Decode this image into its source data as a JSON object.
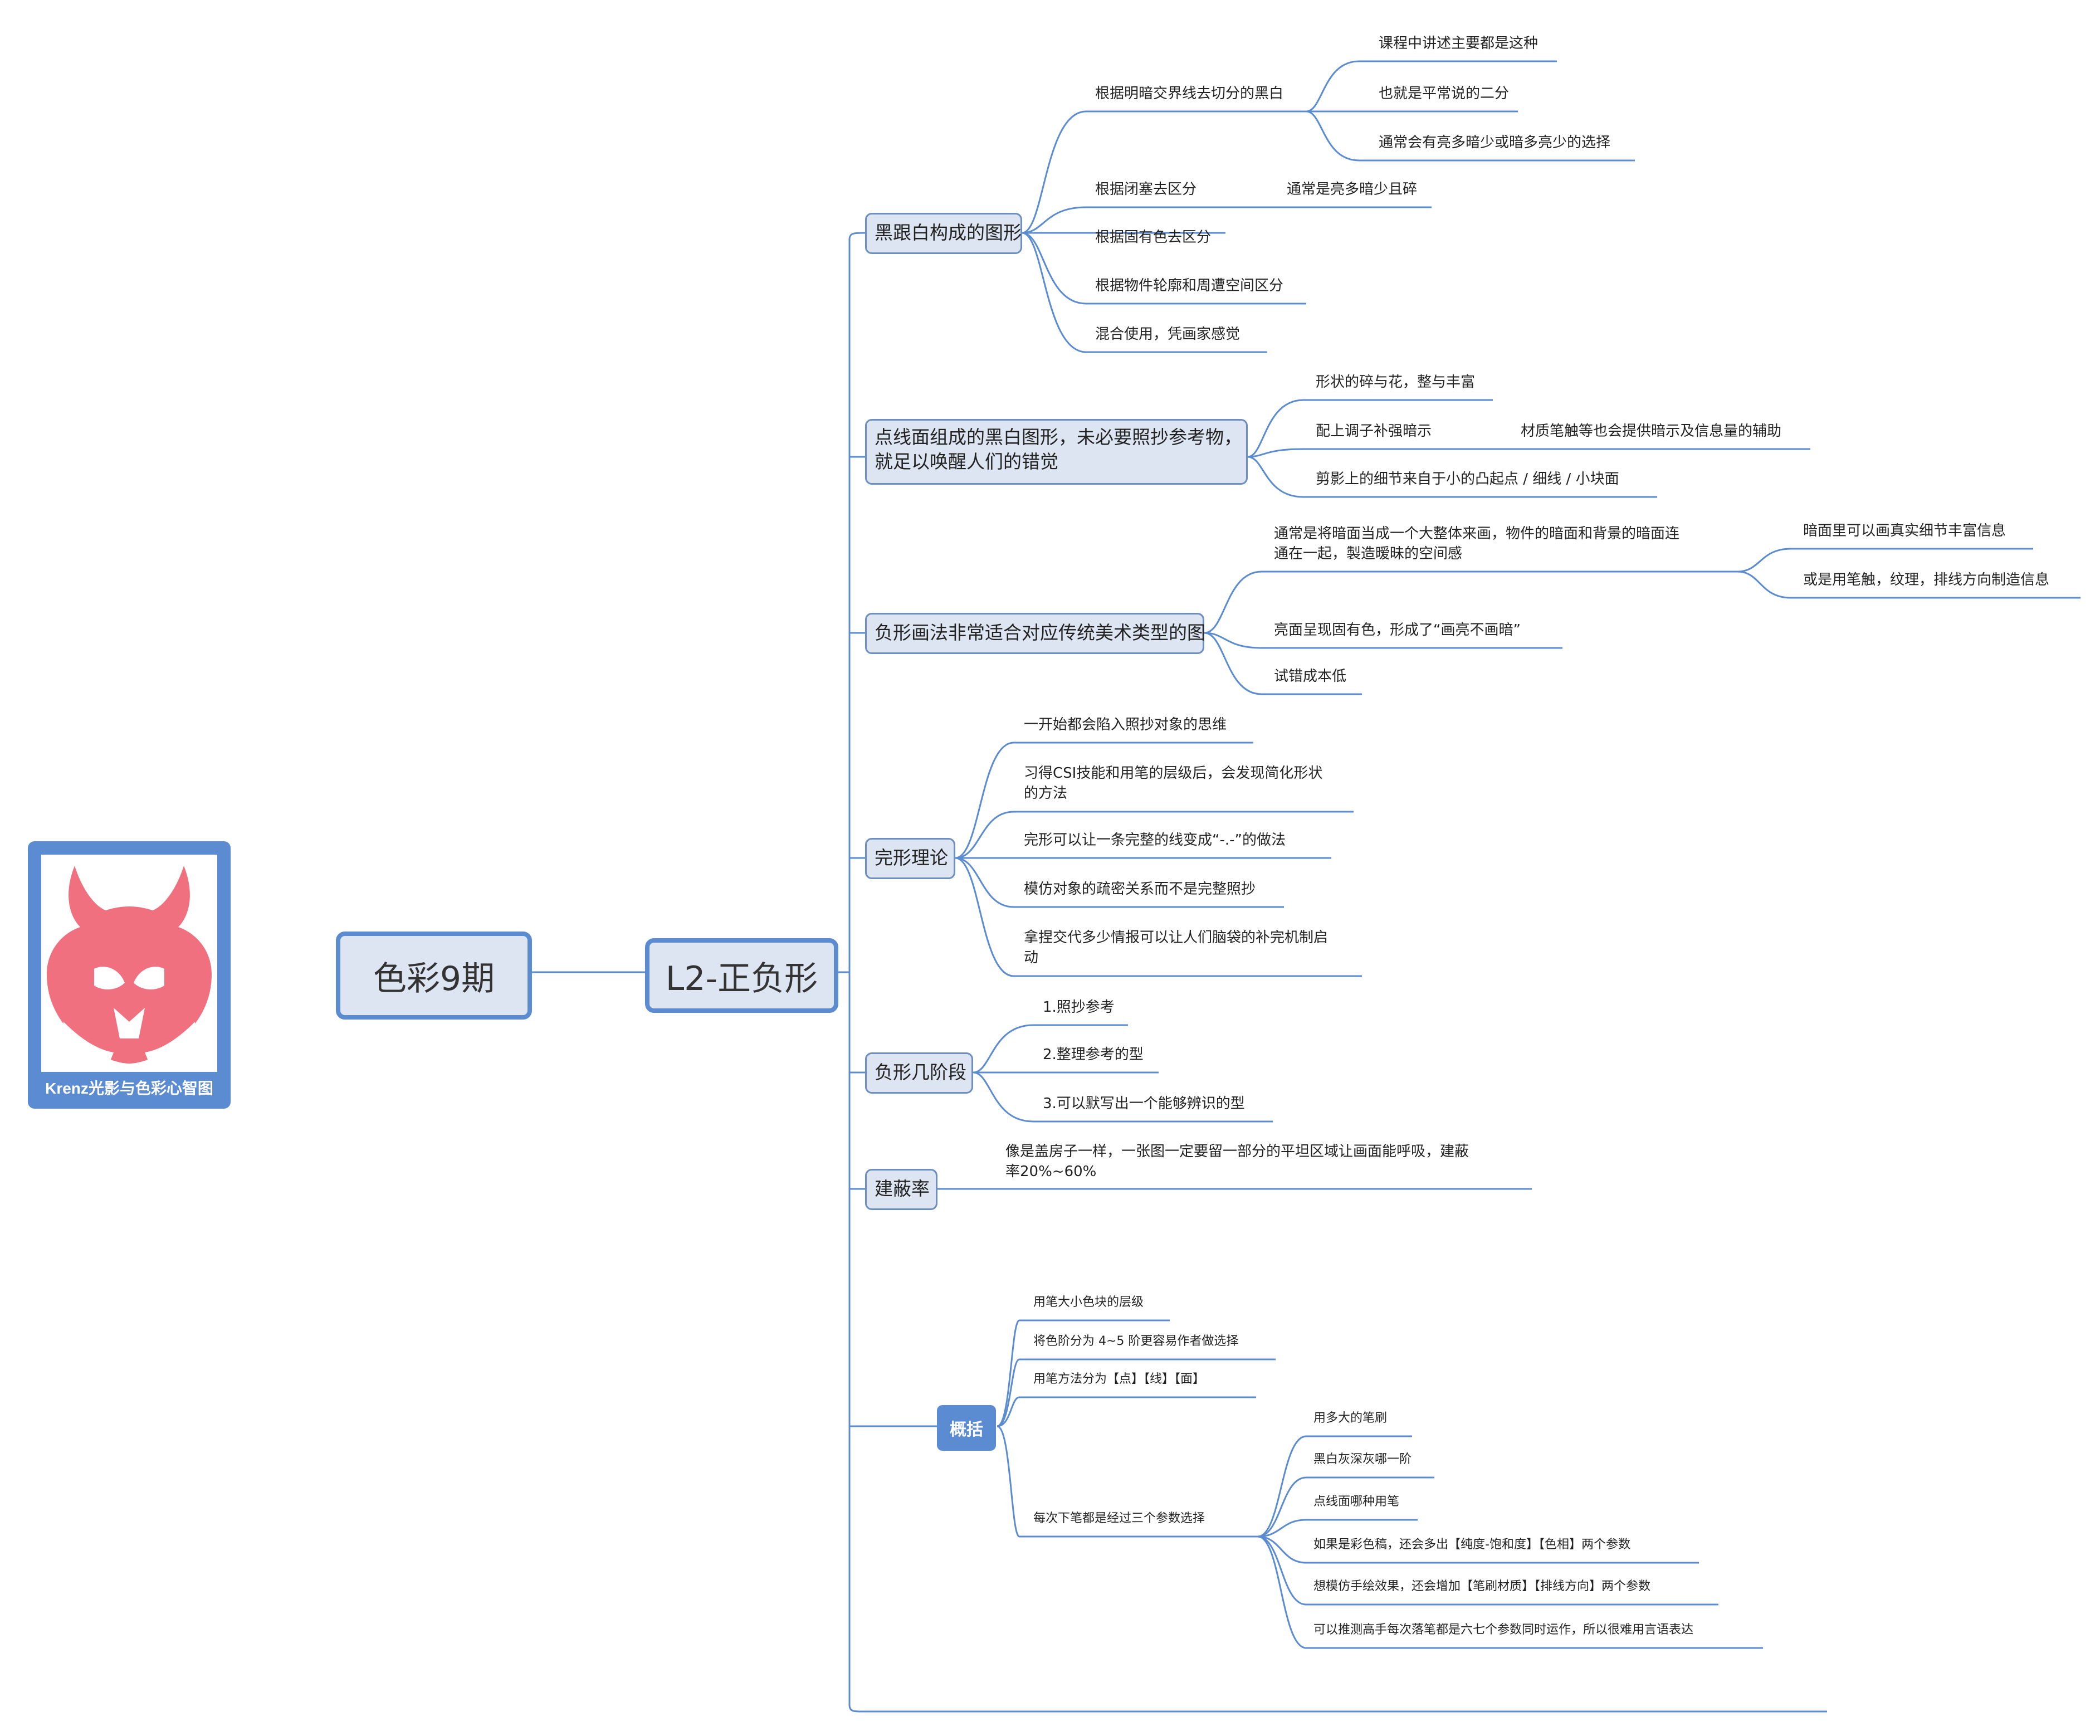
{
  "logo": {
    "caption": "Krenz光影与色彩心智图"
  },
  "root": {
    "label": "色彩9期"
  },
  "center": {
    "label": "L2-正负形"
  },
  "branches": {
    "b1": {
      "label": "黑跟白构成的图形",
      "items": {
        "c1": {
          "label": "根据明暗交界线去切分的黑白",
          "sub": [
            "课程中讲述主要都是这种",
            "也就是平常说的二分",
            "通常会有亮多暗少或暗多亮少的选择"
          ]
        },
        "c2": {
          "label": "根据闭塞去区分",
          "sub": [
            "通常是亮多暗少且碎"
          ]
        },
        "c3": {
          "label": "根据固有色去区分"
        },
        "c4": {
          "label": "根据物件轮廓和周遭空间区分"
        },
        "c5": {
          "label": "混合使用，凭画家感觉"
        }
      }
    },
    "b2": {
      "label_line1": "点线面组成的黑白图形，未必要照抄参考物，",
      "label_line2": "就足以唤醒人们的错觉",
      "items": {
        "c1": {
          "label": "形状的碎与花，整与丰富"
        },
        "c2": {
          "label": "配上调子补强暗示",
          "sub": [
            "材质笔触等也会提供暗示及信息量的辅助"
          ]
        },
        "c3": {
          "label": "剪影上的细节来自于小的凸起点 / 细线 / 小块面"
        }
      }
    },
    "b3": {
      "label": "负形画法非常适合对应传统美术类型的图",
      "items": {
        "c1": {
          "label_line1": "通常是将暗面当成一个大整体来画，物件的暗面和背景的暗面连",
          "label_line2": "通在一起，製造暧昧的空间感",
          "sub": [
            "暗面里可以画真实细节丰富信息",
            "或是用笔触，纹理，排线方向制造信息"
          ]
        },
        "c2": {
          "label": "亮面呈现固有色，形成了“画亮不画暗”"
        },
        "c3": {
          "label": "试错成本低"
        }
      }
    },
    "b4": {
      "label": "完形理论",
      "items": {
        "c1": {
          "label": "一开始都会陷入照抄对象的思维"
        },
        "c2": {
          "label_line1": "习得CSI技能和用笔的层级后，会发现简化形状",
          "label_line2": "的方法"
        },
        "c3": {
          "label": "完形可以让一条完整的线变成“-.-”的做法"
        },
        "c4": {
          "label": "模仿对象的疏密关系而不是完整照抄"
        },
        "c5": {
          "label_line1": "拿捏交代多少情报可以让人们脑袋的补完机制启",
          "label_line2": "动"
        }
      }
    },
    "b5": {
      "label": "负形几阶段",
      "items": [
        "1.照抄参考",
        "2.整理参考的型",
        "3.可以默写出一个能够辨识的型"
      ]
    },
    "b6": {
      "label": "建蔽率",
      "items": {
        "c1": {
          "label_line1": "像是盖房子一样，一张图一定要留一部分的平坦区域让画面能呼吸，建蔽",
          "label_line2": "率20%~60%"
        }
      }
    },
    "b7": {
      "label": "概括",
      "items": {
        "c1": {
          "label": "用笔大小色块的层级"
        },
        "c2": {
          "label": "将色阶分为 4~5 阶更容易作者做选择"
        },
        "c3": {
          "label": "用笔方法分为【点】【线】【面】"
        },
        "c4": {
          "label": "每次下笔都是经过三个参数选择",
          "sub": [
            "用多大的笔刷",
            "黑白灰深灰哪一阶",
            "点线面哪种用笔",
            "如果是彩色稿，还会多出【纯度-饱和度】【色相】两个参数",
            "想模仿手绘效果，还会增加【笔刷材质】【排线方向】两个参数",
            "可以推测高手每次落笔都是六七个参数同时运作，所以很难用言语表达"
          ]
        }
      }
    }
  },
  "colors": {
    "line": "#5b8bd0",
    "node_fill": "#dce5f1",
    "node_border": "#6d8fbf",
    "logo_bg": "#5b8bd0",
    "logo_face": "#f07080"
  }
}
